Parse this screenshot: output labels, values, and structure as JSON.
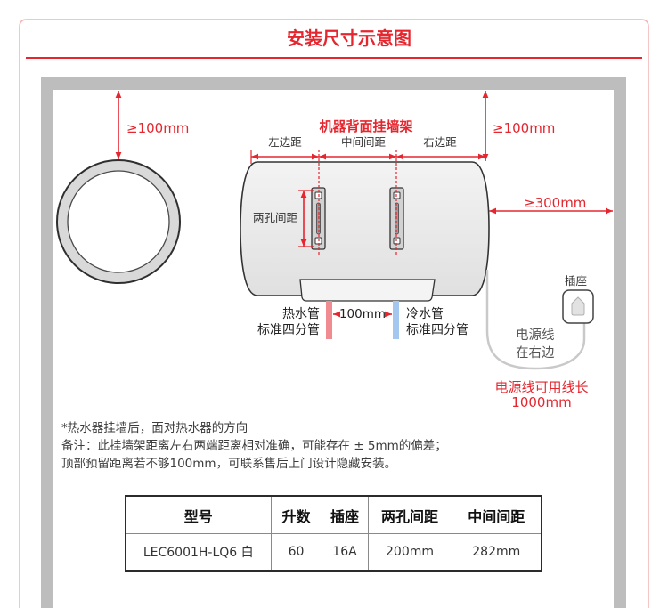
{
  "title": "安装尺寸示意图",
  "side_view": {
    "top_clearance": "≥100mm"
  },
  "front_view": {
    "bracket_title": "机器背面挂墙架",
    "left_margin": "左边距",
    "middle_spacing": "中间间距",
    "right_margin": "右边距",
    "hole_spacing": "两孔间距",
    "top_clearance": "≥100mm",
    "right_clearance": "≥300mm"
  },
  "pipes": {
    "hot": {
      "name": "热水管",
      "spec": "标准四分管"
    },
    "cold": {
      "name": "冷水管",
      "spec": "标准四分管"
    },
    "spacing": "100mm"
  },
  "power": {
    "socket_label": "插座",
    "cord_side_line1": "电源线",
    "cord_side_line2": "在右边",
    "cord_length_label": "电源线可用线长",
    "cord_length_value": "1000mm"
  },
  "notes": [
    "*热水器挂墙后，面对热水器的方向",
    "备注：此挂墙架距离左右两端距离相对准确，可能存在 ± 5mm的偏差；",
    "顶部预留距离若不够100mm，可联系售后上门设计隐藏安装。"
  ],
  "spec_table": {
    "headers": [
      "型号",
      "升数",
      "插座",
      "两孔间距",
      "中间间距"
    ],
    "rows": [
      [
        "LEC6001H-LQ6 白",
        "60",
        "16A",
        "200mm",
        "282mm"
      ]
    ]
  },
  "icons": {
    "socket": "power-socket-icon"
  },
  "colors": {
    "accent": "#e5262e",
    "frame": "#f3b4b4",
    "wall": "#bdbdbd",
    "hot-pipe": "#f08b91",
    "cold-pipe": "#a3c7ee"
  }
}
